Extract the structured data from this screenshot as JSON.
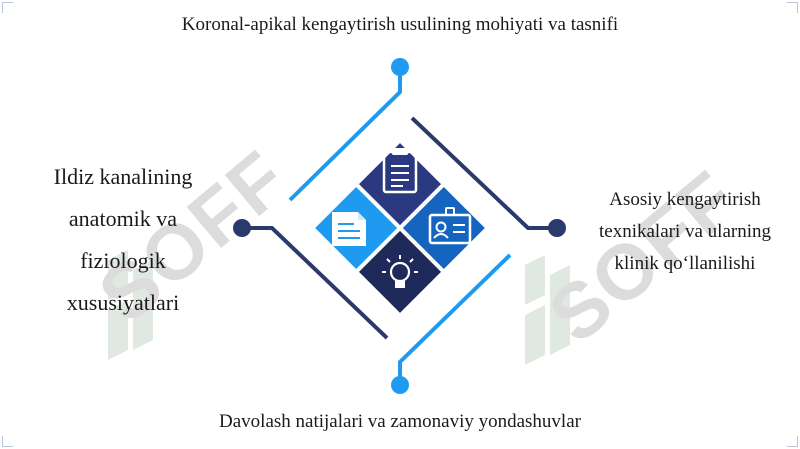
{
  "title": "Koronal-apikal kengaytirish usulining mohiyati va tasnifi",
  "left_text": [
    "Ildiz kanalining",
    "anatomik va",
    "fiziologik",
    "xususiyatlari"
  ],
  "right_text": [
    "Asosiy kengaytirish",
    "texnikalari va ularning",
    "klinik qo‘llanilishi"
  ],
  "bottom_text": "Davolash natijalari va zamonaviy yondashuvlar",
  "watermark": "SOFF",
  "colors": {
    "dark_navy": "#1f2a5a",
    "navy": "#2b3a80",
    "blue": "#1565c0",
    "light_blue": "#1e9bf0",
    "connector_dark": "#2b3a6b",
    "connector_light": "#1e9bf0",
    "watermark": "#dcdcdc"
  },
  "icons": [
    "clipboard-icon",
    "document-icon",
    "id-card-icon",
    "lightbulb-icon"
  ]
}
